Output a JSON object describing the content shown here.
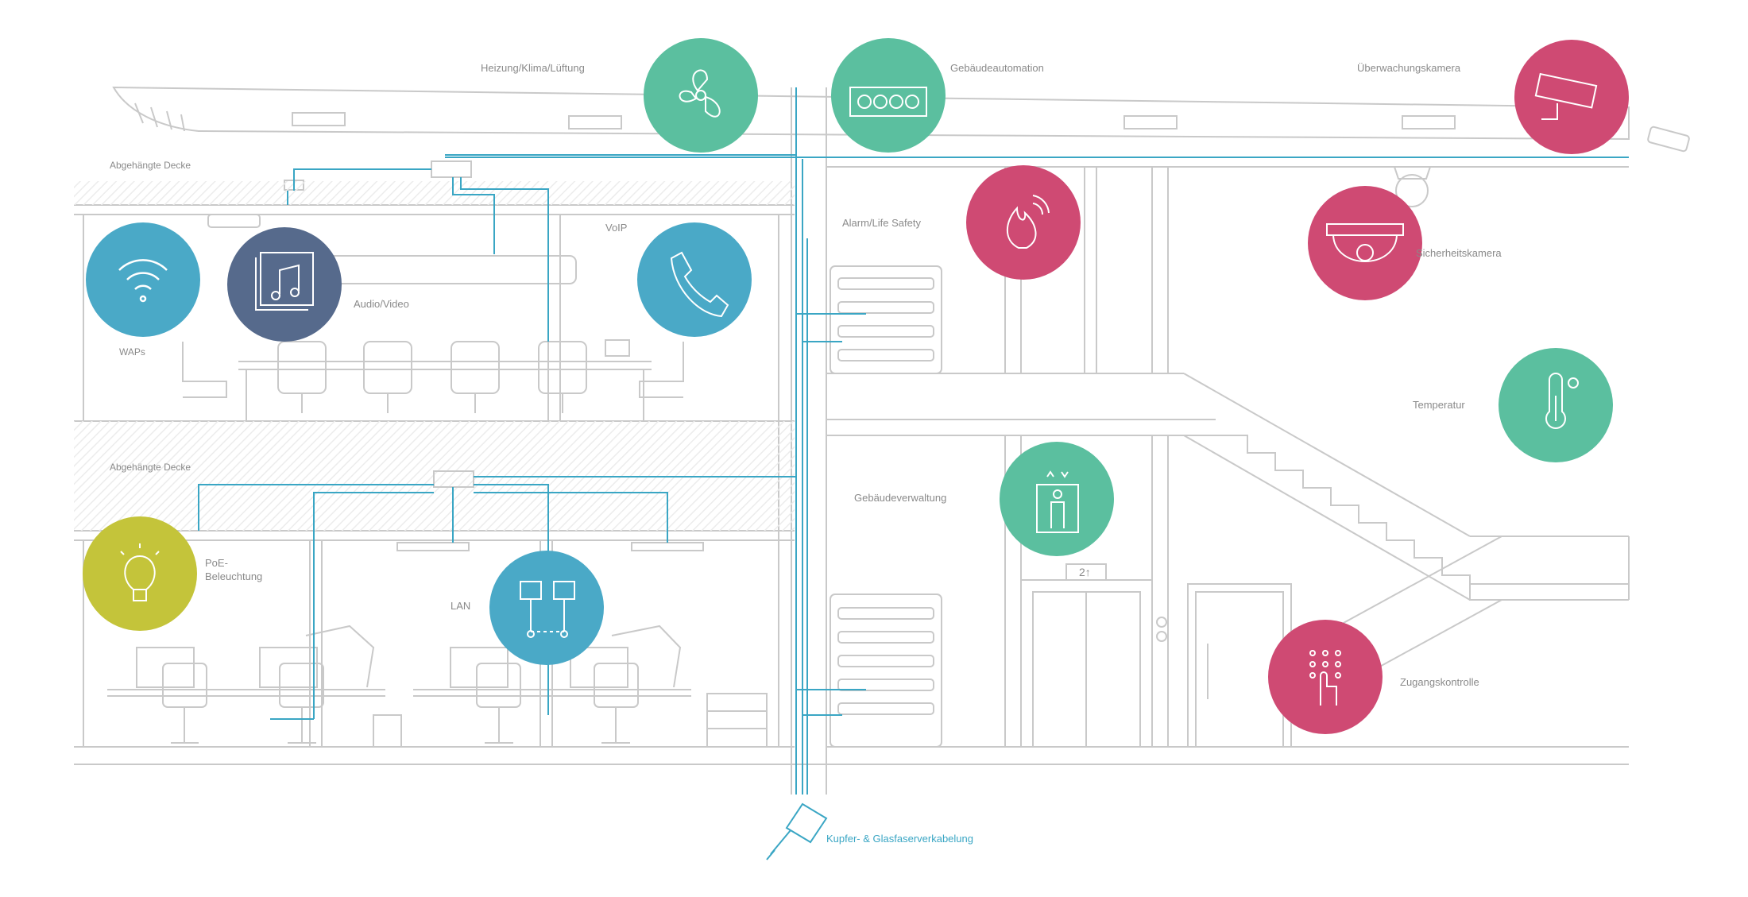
{
  "labels": {
    "hvac": "Heizung/Klima/Lüftung",
    "building_automation": "Gebäudeautomation",
    "surveillance_camera": "Überwachungskamera",
    "suspended_ceiling_top": "Abgehängte Decke",
    "suspended_ceiling_bottom": "Abgehängte Decke",
    "voip": "VoIP",
    "audio_video": "Audio/Video",
    "waps": "WAPs",
    "alarm": "Alarm/Life Safety",
    "security_camera": "Sicherheitskamera",
    "temperature": "Temperatur",
    "building_management": "Gebäudeverwaltung",
    "poe_lighting": "PoE-Beleuchtung",
    "lan": "LAN",
    "access_control": "Zugangskontrolle",
    "cabling": "Kupfer- & Glasfaserverkabelung",
    "elevator_display": "2↑"
  },
  "colors": {
    "line": "#c9c9c9",
    "cable": "#3aa6c4",
    "green": "#5bbf9f",
    "red": "#cf4a73",
    "blue": "#4aa9c7",
    "navy": "#566a8c",
    "olive": "#c4c43a",
    "hatch": "#ececec"
  },
  "icons": {
    "hvac": "fan-icon",
    "building_automation": "control-panel-icon",
    "surveillance_camera": "cctv-camera-icon",
    "alarm": "flame-icon",
    "security_camera": "dome-camera-icon",
    "temperature": "thermometer-icon",
    "building_management": "elevator-icon",
    "access_control": "keypad-icon",
    "waps": "wifi-icon",
    "audio_video": "music-note-icon",
    "voip": "phone-icon",
    "poe_lighting": "lightbulb-icon",
    "lan": "network-icon",
    "cabling": "ethernet-plug-icon"
  }
}
